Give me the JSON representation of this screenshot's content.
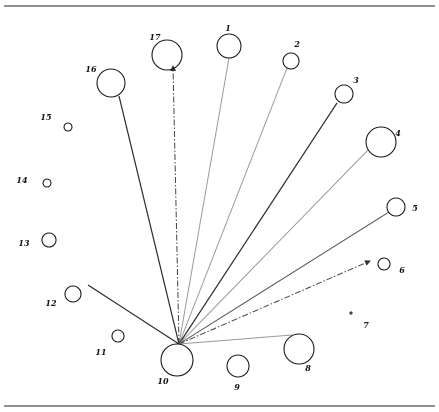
{
  "diagram": {
    "hub": "10",
    "nodes": [
      {
        "id": "n1",
        "label": "1"
      },
      {
        "id": "n2",
        "label": "2"
      },
      {
        "id": "n3",
        "label": "3"
      },
      {
        "id": "n4",
        "label": "4"
      },
      {
        "id": "n5",
        "label": "5"
      },
      {
        "id": "n6",
        "label": "6"
      },
      {
        "id": "n7",
        "label": "7"
      },
      {
        "id": "n8",
        "label": "8"
      },
      {
        "id": "n9",
        "label": "9"
      },
      {
        "id": "n10",
        "label": "10"
      },
      {
        "id": "n11",
        "label": "11"
      },
      {
        "id": "n12",
        "label": "12"
      },
      {
        "id": "n13",
        "label": "13"
      },
      {
        "id": "n14",
        "label": "14"
      },
      {
        "id": "n15",
        "label": "15"
      },
      {
        "id": "n16",
        "label": "16"
      },
      {
        "id": "n17",
        "label": "17"
      }
    ],
    "edges": [
      {
        "from": "10",
        "to": "1",
        "style": "light"
      },
      {
        "from": "10",
        "to": "2",
        "style": "light"
      },
      {
        "from": "10",
        "to": "3",
        "style": "dark"
      },
      {
        "from": "10",
        "to": "4",
        "style": "light"
      },
      {
        "from": "10",
        "to": "5",
        "style": "mid"
      },
      {
        "from": "10",
        "to": "6",
        "style": "dashed-arrow"
      },
      {
        "from": "10",
        "to": "8",
        "style": "light"
      },
      {
        "from": "10",
        "to": "12",
        "style": "dark"
      },
      {
        "from": "10",
        "to": "16",
        "style": "dark"
      },
      {
        "from": "10",
        "to": "17",
        "style": "dashed-arrow"
      }
    ]
  }
}
